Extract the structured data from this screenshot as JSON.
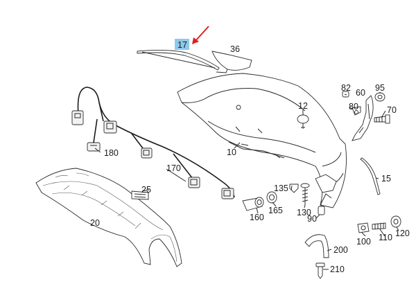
{
  "callouts": {
    "c17": "17",
    "c36": "36",
    "c82": "82",
    "c60": "60",
    "c95": "95",
    "c80": "80",
    "c70": "70",
    "c12": "12",
    "c180": "180",
    "c10": "10",
    "c170": "170",
    "c25": "25",
    "c15": "15",
    "c135": "135",
    "c165": "165",
    "c160": "160",
    "c130": "130",
    "c90": "90",
    "c20": "20",
    "c100": "100",
    "c110": "110",
    "c120": "120",
    "c200": "200",
    "c210": "210"
  },
  "colors": {
    "highlight": "#8ec9ec",
    "arrow": "#e02020",
    "line": "#2a2a2a"
  },
  "icons": {
    "pointer": "red-arrow-icon"
  }
}
